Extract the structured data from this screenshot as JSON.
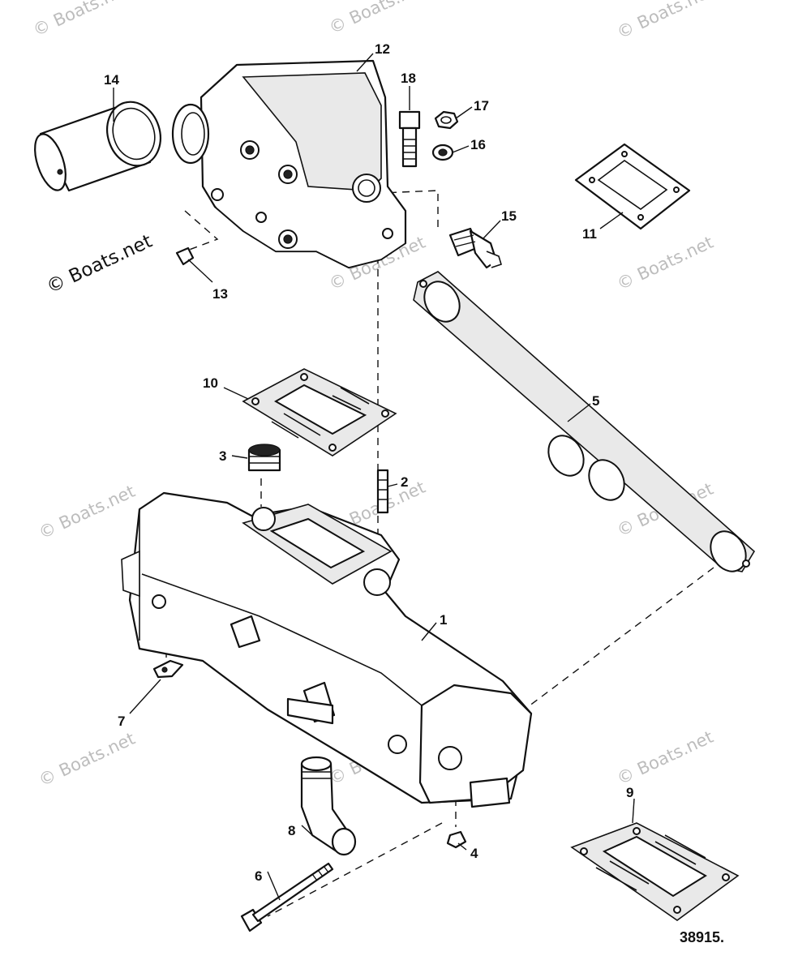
{
  "watermark": {
    "text": "© Boats.net"
  },
  "callouts": [
    {
      "id": "1",
      "label": "1"
    },
    {
      "id": "2",
      "label": "2"
    },
    {
      "id": "3",
      "label": "3"
    },
    {
      "id": "4",
      "label": "4"
    },
    {
      "id": "5",
      "label": "5"
    },
    {
      "id": "6",
      "label": "6"
    },
    {
      "id": "7",
      "label": "7"
    },
    {
      "id": "8",
      "label": "8"
    },
    {
      "id": "9",
      "label": "9"
    },
    {
      "id": "10",
      "label": "10"
    },
    {
      "id": "11",
      "label": "11"
    },
    {
      "id": "12",
      "label": "12"
    },
    {
      "id": "13",
      "label": "13"
    },
    {
      "id": "14",
      "label": "14"
    },
    {
      "id": "15",
      "label": "15"
    },
    {
      "id": "16",
      "label": "16"
    },
    {
      "id": "17",
      "label": "17"
    },
    {
      "id": "18",
      "label": "18"
    }
  ],
  "figure_ref": "38915."
}
